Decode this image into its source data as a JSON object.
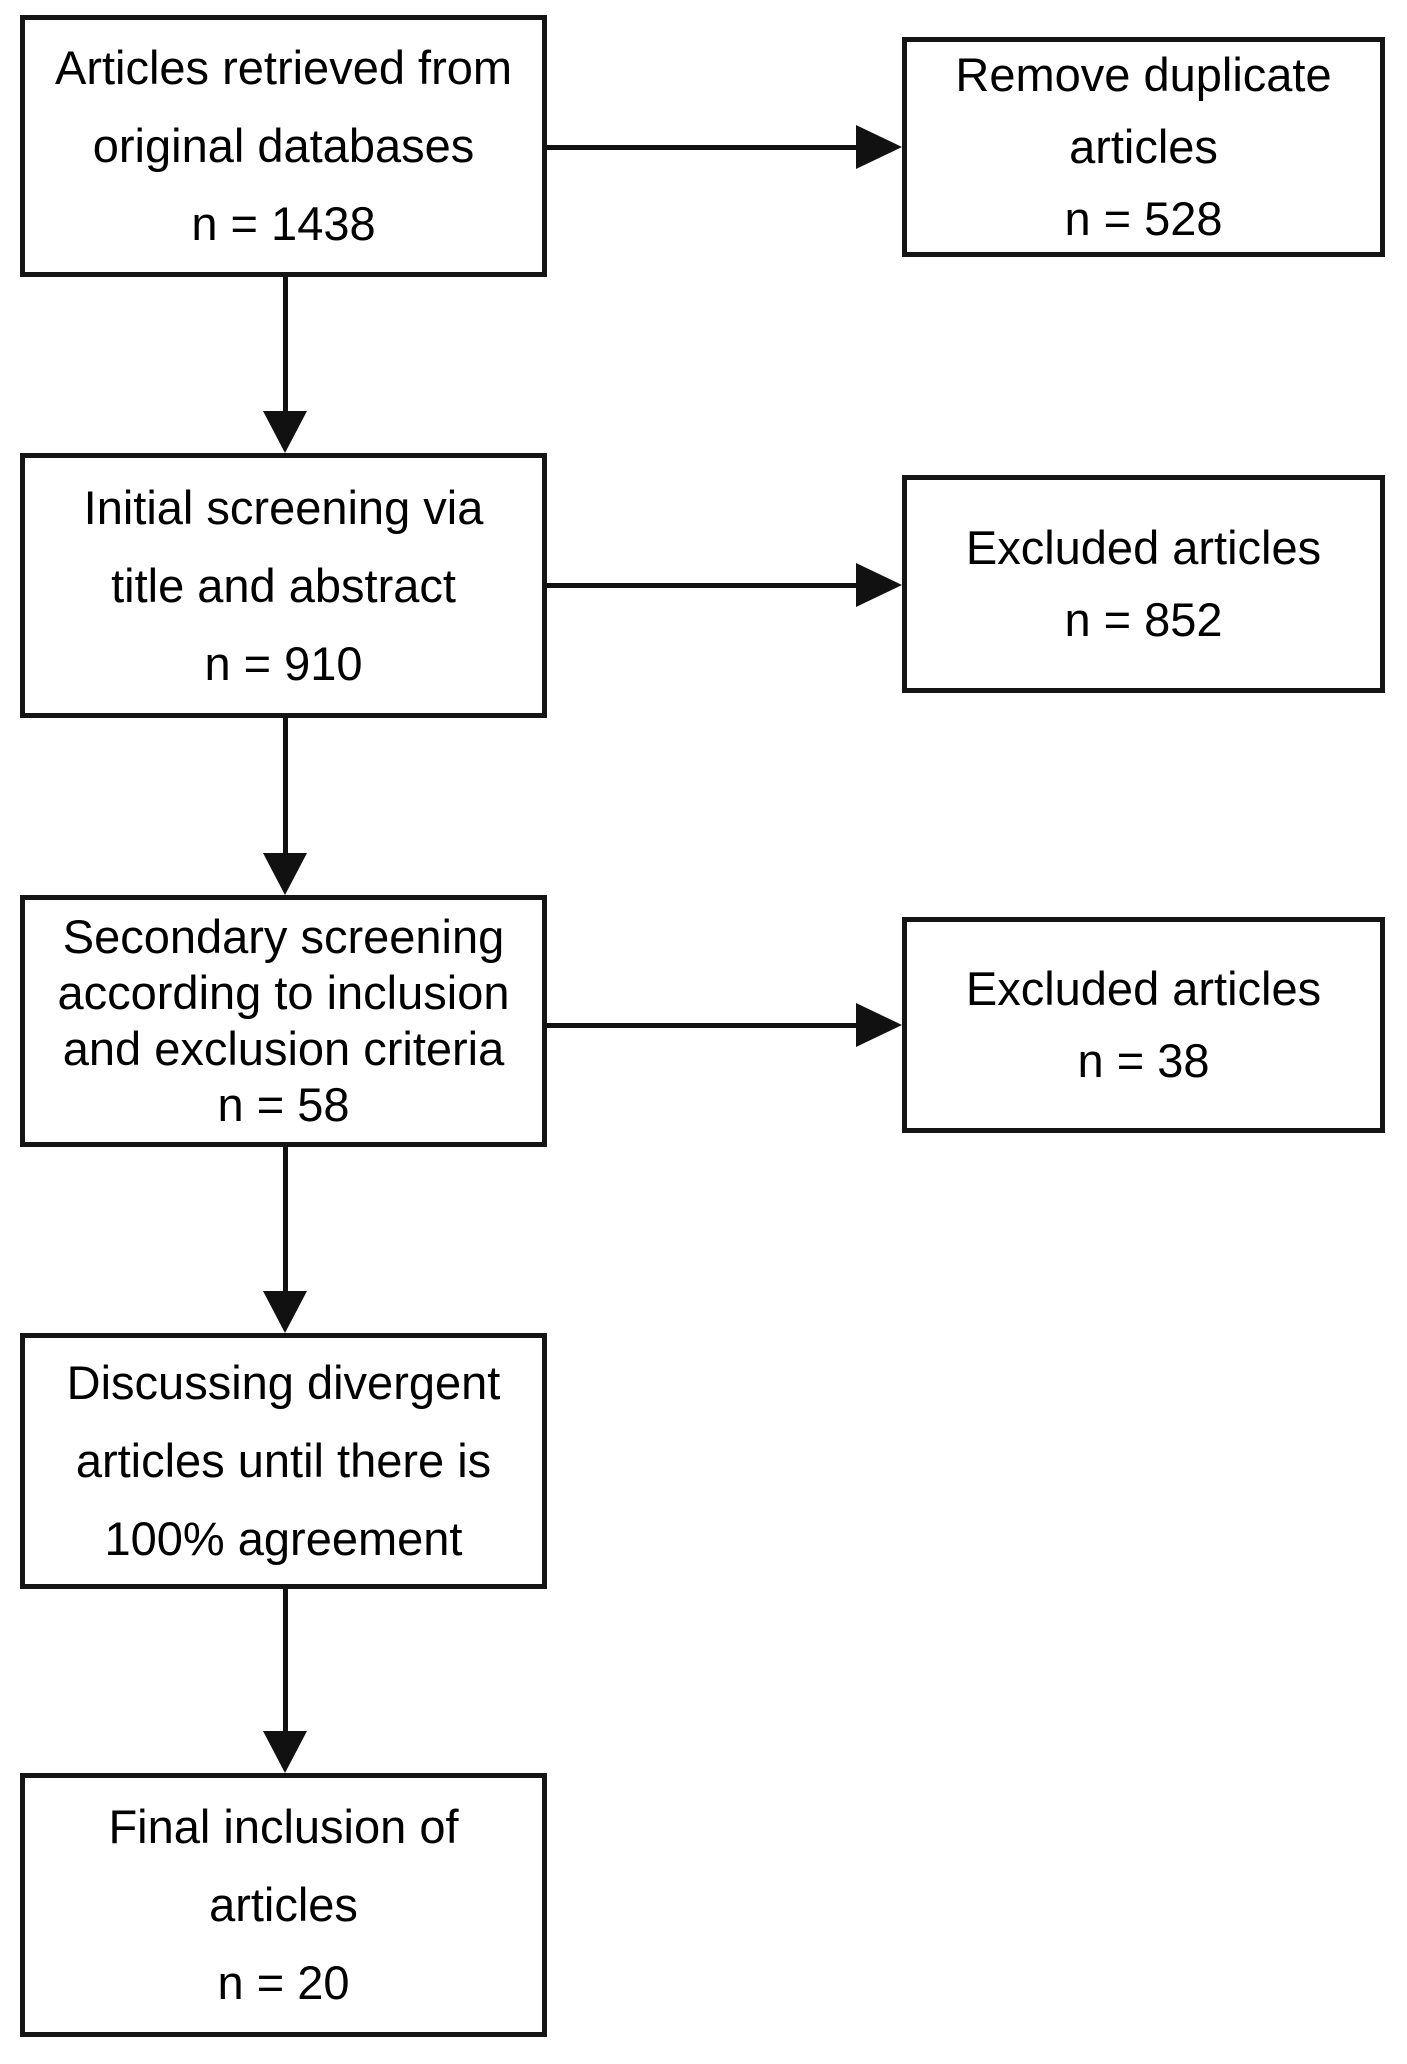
{
  "diagram": {
    "type": "flowchart",
    "background_color": "#ffffff",
    "line_color": "#111111",
    "text_color": "#000000",
    "left_boxes": [
      {
        "name": "articles-retrieved",
        "lines": [
          "Articles retrieved from",
          "original databases",
          "n = 1438"
        ]
      },
      {
        "name": "initial-screening",
        "lines": [
          "Initial screening via",
          "title and abstract",
          "n = 910"
        ]
      },
      {
        "name": "secondary-screening",
        "lines": [
          "Secondary screening",
          "according to inclusion",
          "and exclusion criteria",
          "n = 58"
        ]
      },
      {
        "name": "discussing-divergent",
        "lines": [
          "Discussing divergent",
          "articles until there is",
          "100% agreement"
        ]
      },
      {
        "name": "final-inclusion",
        "lines": [
          "Final inclusion of",
          "articles",
          "n = 20"
        ]
      }
    ],
    "right_boxes": [
      {
        "name": "remove-duplicates",
        "lines": [
          "Remove duplicate",
          "articles",
          "n = 528"
        ]
      },
      {
        "name": "excluded-initial",
        "lines": [
          "Excluded articles",
          "n = 852"
        ]
      },
      {
        "name": "excluded-secondary",
        "lines": [
          "Excluded articles",
          "n = 38"
        ]
      }
    ]
  }
}
